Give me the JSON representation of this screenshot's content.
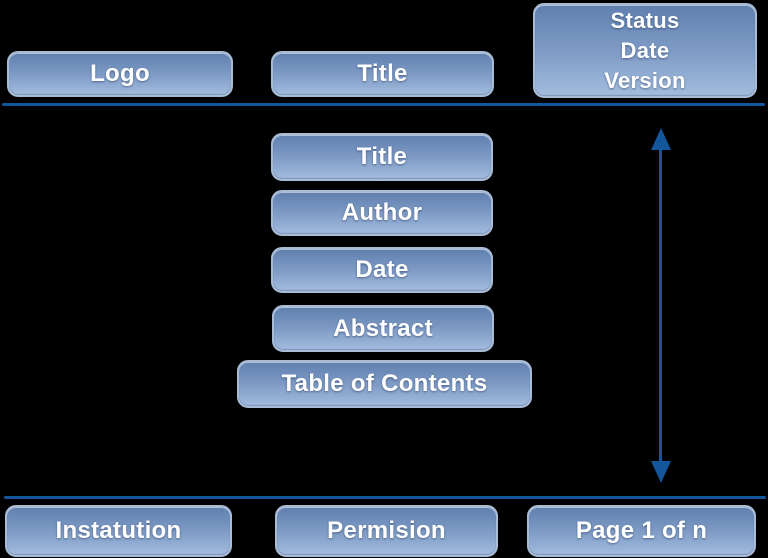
{
  "diagram": {
    "background_color": "#000000",
    "accent_color": "#14569b",
    "box_gradient_top": "#5f7fae",
    "box_gradient_bottom": "#a3bcde",
    "box_border_color": "#a9bcd6",
    "text_color": "#ffffff",
    "header": {
      "logo_label": "Logo",
      "title_label": "Title",
      "status_lines": [
        "Status",
        "Date",
        "Version"
      ]
    },
    "body": {
      "title_label": "Title",
      "author_label": "Author",
      "date_label": "Date",
      "abstract_label": "Abstract",
      "toc_label": "Table of Contents"
    },
    "footer": {
      "institution_label": "Instatution",
      "permission_label": "Permision",
      "page_label": "Page 1 of n"
    }
  }
}
